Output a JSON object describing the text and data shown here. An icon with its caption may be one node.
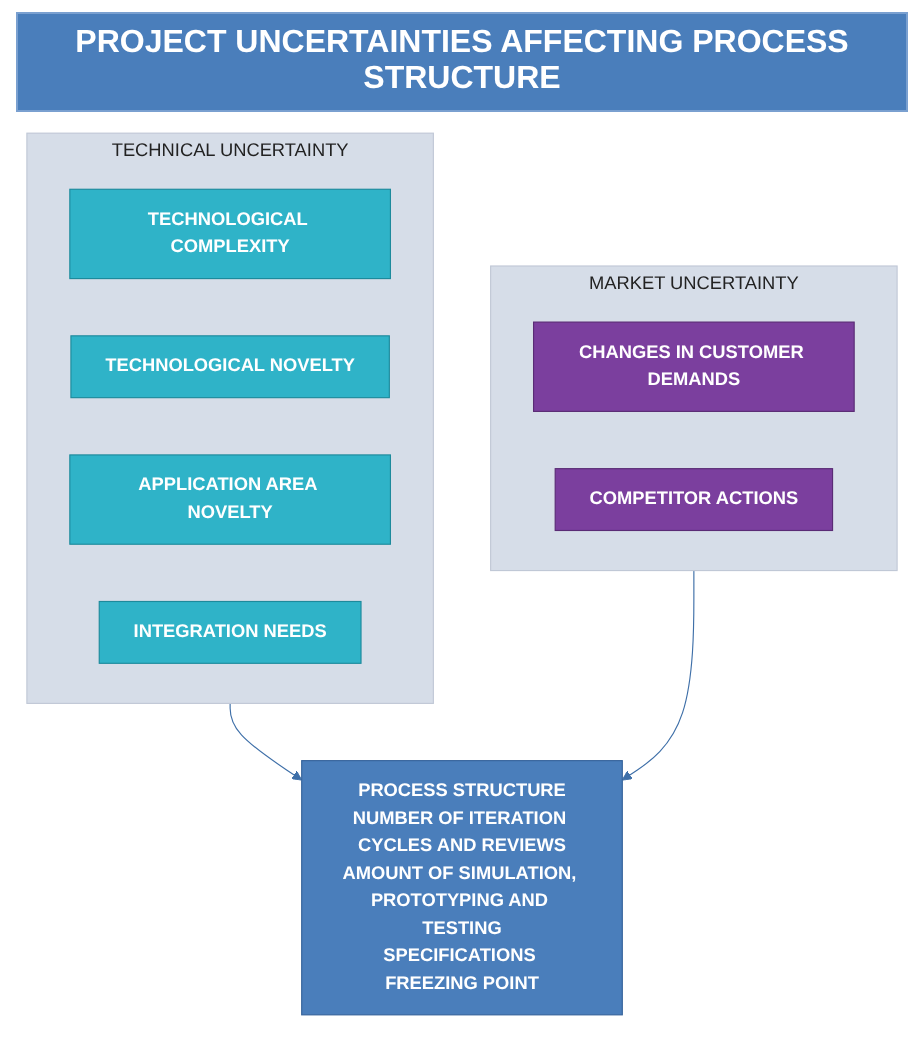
{
  "diagram": {
    "title": "PROJECT UNCERTAINTIES AFFECTING PROCESS STRUCTURE",
    "nodes": [
      {
        "text": [
          "TECHNICAL UNCERTAINTY"
        ]
      },
      {
        "text": [
          "TECHNOLOGICAL COMPLEXITY"
        ],
        "in": 0
      },
      {
        "text": [
          "TECHNOLOGICAL NOVELTY"
        ],
        "in": 0
      },
      {
        "text": [
          "APPLICATION AREA NOVELTY"
        ],
        "in": 0
      },
      {
        "text": [
          "INTEGRATION NEEDS"
        ],
        "in": 0
      },
      {
        "text": [
          "MARKET UNCERTAINTY"
        ]
      },
      {
        "text": [
          "CHANGES IN CUSTOMER DEMANDS"
        ],
        "in": 5
      },
      {
        "text": [
          "COMPETITOR ACTIONS"
        ],
        "in": 5
      },
      {
        "text": [
          "PROCESS STRUCTURE",
          "NUMBER OF ITERATION CYCLES AND REVIEWS",
          "AMOUNT OF SIMULATION, PROTOTYPING AND TESTING",
          "SPECIFICATIONS FREEZING POINT"
        ]
      }
    ],
    "edges": [
      {
        "from": 0,
        "to": 8,
        "arrow": "to"
      },
      {
        "from": 5,
        "to": 8,
        "arrow": "to"
      }
    ]
  }
}
